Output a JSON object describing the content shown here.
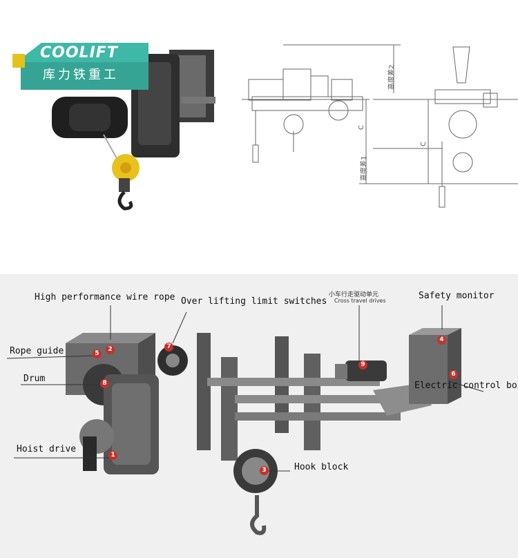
{
  "photo": {
    "brand": "COOLIFT",
    "brand_cn": "库力铁重工",
    "body_color": "#3fb8a8"
  },
  "drawing": {
    "dim_height_2": "高度差2",
    "dim_c_left": "C",
    "dim_c_right": "C",
    "dim_height_1": "高度差1"
  },
  "exploded": {
    "labels": {
      "wire_rope": "High performance wire rope",
      "limit_switches": "Over lifting limit switches",
      "cross_travel_cn": "小车行走驱动单元",
      "cross_travel_en": "Cross travel drives",
      "safety_monitor": "Safety monitor",
      "rope_guide": "Rope guide",
      "drum": "Drum",
      "control_box": "Electric control box",
      "hoist_drive": "Hoist drive",
      "hook_block": "Hook block"
    },
    "markers": [
      "1",
      "2",
      "3",
      "4",
      "5",
      "6",
      "7",
      "8",
      "9"
    ],
    "marker_color": "#c8302a",
    "background_color": "#f0f0f0"
  }
}
